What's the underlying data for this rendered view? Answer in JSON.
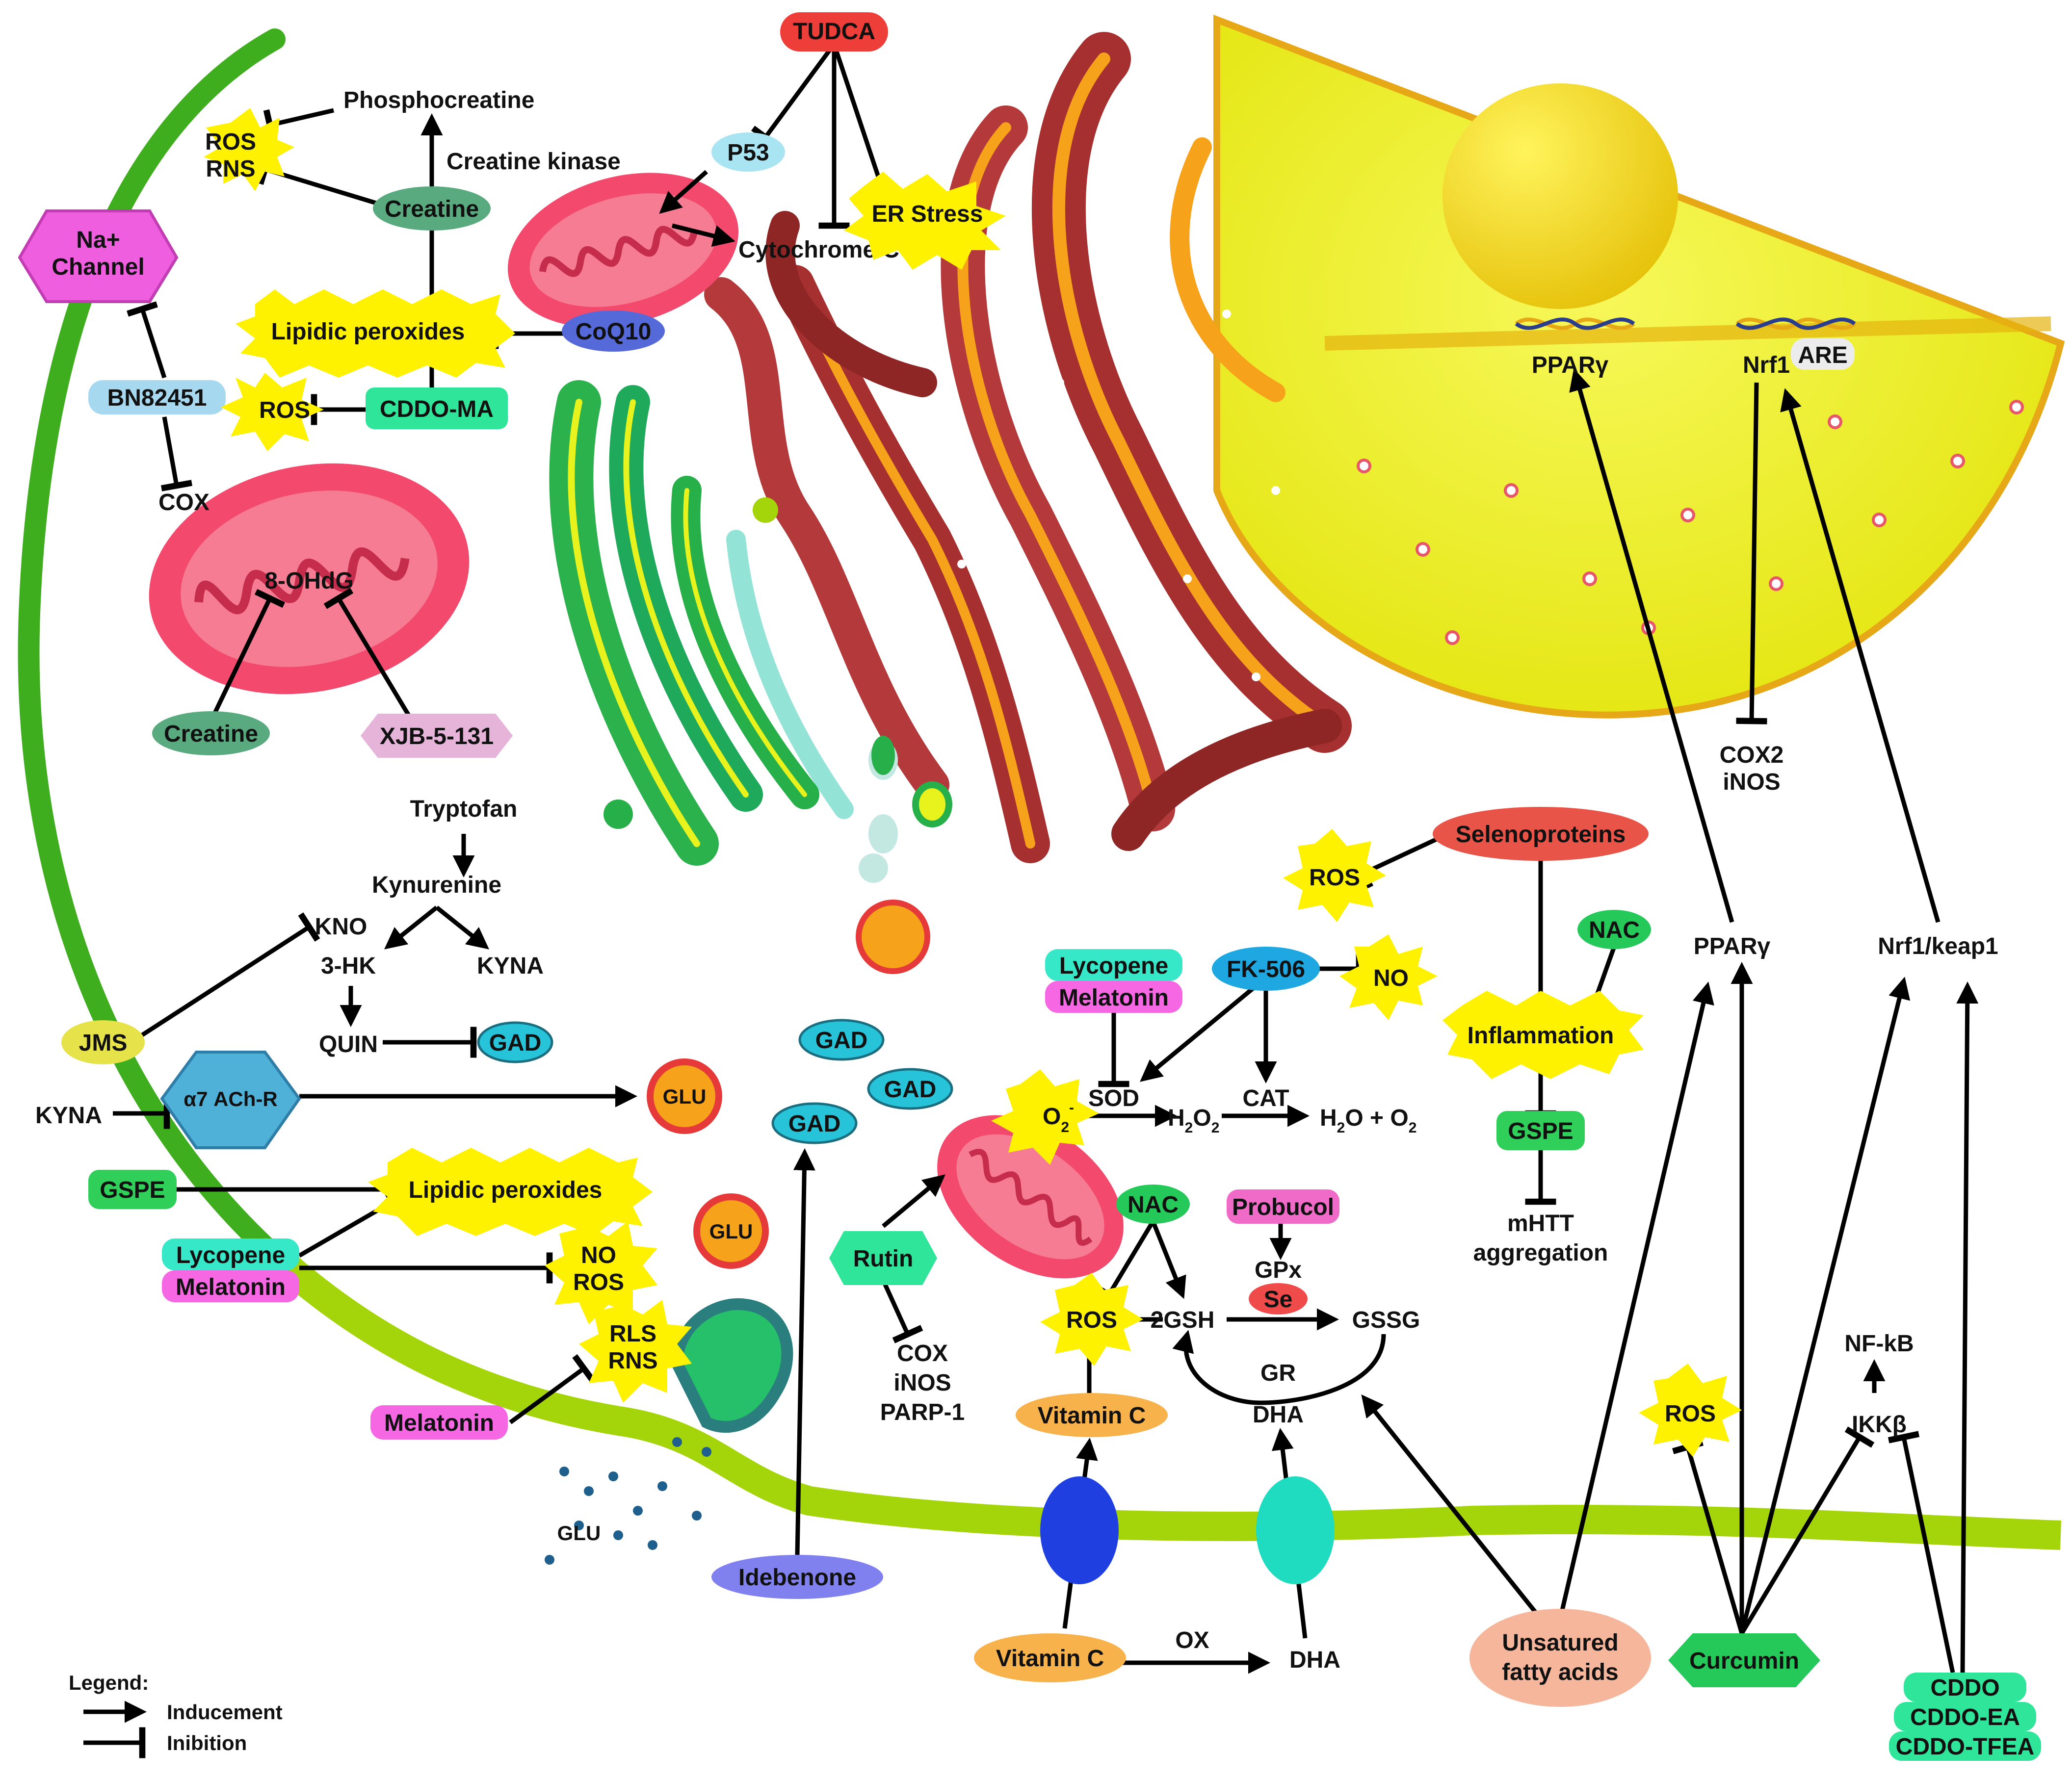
{
  "labels": {
    "tudca": "TUDCA",
    "phosphocreatine": "Phosphocreatine",
    "ros_rns_top": [
      "ROS",
      "RNS"
    ],
    "creatine_kinase": "Creatine kinase",
    "creatine_top": "Creatine",
    "na_channel": [
      "Na+",
      "Channel"
    ],
    "p53": "P53",
    "cytochrome_c": "Cytochrome C",
    "er_stress": "ER Stress",
    "lipidic_peroxides_top": "Lipidic peroxides",
    "coq10": "CoQ10",
    "bn82451": "BN82451",
    "ros_left": "ROS",
    "cddo_ma": "CDDO-MA",
    "cox_left": "COX",
    "ohdg": "8-OHdG",
    "creatine_bottom": "Creatine",
    "xjb": "XJB-5-131",
    "pparg_nucleus": "PPARγ",
    "nrf1_nucleus": "Nrf1",
    "are": "ARE",
    "cox2_inos": [
      "COX2",
      "iNOS"
    ],
    "tryptofan": "Tryptofan",
    "kynurenine": "Kynurenine",
    "kno": "KNO",
    "three_hk": "3-HK",
    "kyna_right": "KYNA",
    "quin": "QUIN",
    "gad_quin": "GAD",
    "jms": "JMS",
    "kyna_left": "KYNA",
    "a7_achr": "α7 ACh-R",
    "glu_top": "GLU",
    "gad_mid": [
      "GAD",
      "GAD",
      "GAD"
    ],
    "gspe_left": "GSPE",
    "lipidic_peroxides_bottom": "Lipidic peroxides",
    "lycopene_left": "Lycopene",
    "melatonin_left": "Melatonin",
    "no_ros": [
      "NO",
      "ROS"
    ],
    "glu_mid": "GLU",
    "rls_rns": [
      "RLS",
      "RNS"
    ],
    "melatonin_bottom": "Melatonin",
    "glu_cloud": "GLU",
    "idebenone": "Idebenone",
    "lycopene_mid": "Lycopene",
    "melatonin_mid": "Melatonin",
    "fk506": "FK-506",
    "no_fk": "NO",
    "sod": "SOD",
    "cat": "CAT",
    "o2_super": "O",
    "o2_sub": "2",
    "o2_sup": "-",
    "h2o2": [
      "H",
      "2",
      "O",
      "2"
    ],
    "h2o_o2": [
      "H",
      "2",
      "O + O",
      "2"
    ],
    "rutin": "Rutin",
    "cox_inos_parp": [
      "COX",
      "iNOS",
      "PARP-1"
    ],
    "nac_mid": "NAC",
    "probucol": "Probucol",
    "gpx": "GPx",
    "se": "Se",
    "ros_gsh": "ROS",
    "two_gsh": "2GSH",
    "gssg": "GSSG",
    "gr": "GR",
    "dha_mid": "DHA",
    "vitamin_c_mid": "Vitamin C",
    "vitamin_c_bottom": "Vitamin C",
    "ox": "OX",
    "dha_bottom": "DHA",
    "selenoproteins": "Selenoproteins",
    "ros_seleno": "ROS",
    "nac_right": "NAC",
    "inflammation": "Inflammation",
    "gspe_right": "GSPE",
    "mhtt": [
      "mHTT",
      "aggregation"
    ],
    "pparg_cyto": "PPARγ",
    "nrf1_keap1": "Nrf1/keap1",
    "nfkb": "NF-kB",
    "ikkb": "IKKβ",
    "ros_curcumin": "ROS",
    "unsatured": [
      "Unsatured",
      "fatty acids"
    ],
    "curcumin": "Curcumin",
    "cddo_list": [
      "CDDO",
      "CDDO-EA",
      "CDDO-TFEA"
    ]
  },
  "legend": {
    "title": "Legend:",
    "inducement": "Inducement",
    "inibition": "Inibition"
  },
  "colors": {
    "membrane_dark": "#3fae1e",
    "membrane_light": "#a4d40a",
    "nucleus": "#e8ef12",
    "er_red": "#a6302f",
    "er_orange": "#f7a21b",
    "mito_pink": "#f2496d",
    "golgi_green": "#27b04a",
    "burst_yellow": "#fff200",
    "tudca_red": "#ee3e3a",
    "selenoprotein_red": "#e85448",
    "creatine_teal": "#5aaa80",
    "cddo_green": "#2ee59a",
    "p53_blue": "#a8e4f2",
    "bn_blue": "#a6d9ef",
    "coq10_blue": "#5569d8",
    "na_magenta": "#f05ee0",
    "melatonin_magenta": "#f567e3",
    "lycopene_cyan": "#37e8c8",
    "gspe_green": "#30cf5a",
    "xjb_pink": "#e6b3d9",
    "jms_yellow": "#e6e24a",
    "gad_cyan": "#27c3d9",
    "achr_blue": "#4fb0d8",
    "idebenone_violet": "#8080ee",
    "fk506_blue": "#1ea7e1",
    "probucol_pink": "#f06ac8",
    "se_red": "#ef4b4b",
    "vitamin_c_orange": "#f7b24b",
    "unsatured_salmon": "#f6b69b",
    "curcumin_green": "#25c95a",
    "channel_blue": "#1f3fe0",
    "channel_teal": "#1fdcc0",
    "glu_dots": "#1e5f8e"
  }
}
